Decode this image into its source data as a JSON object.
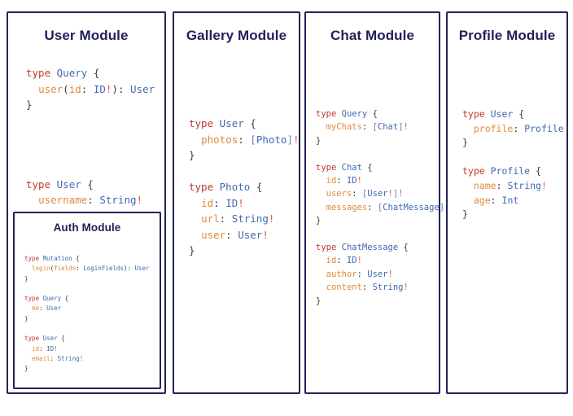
{
  "meta": {
    "colors": {
      "panel_border": "#23235b",
      "title_text": "#21215c",
      "keyword_red": "#c0392b",
      "typename_blue": "#4169b2",
      "field_orange": "#e08a3c",
      "punctuation_gray": "#3b3b44",
      "bracket_blue": "#6a80b5",
      "bang_orange": "#e05a3c",
      "background": "#ffffff"
    }
  },
  "panels": [
    {
      "id": "user",
      "title": "User Module",
      "code_lines": [
        "type Query {",
        "  user(id: ID!): User",
        "}",
        "",
        "",
        "type User {",
        "  username: String!",
        "}"
      ],
      "nested": {
        "id": "auth",
        "title": "Auth Module",
        "code_lines": [
          "type Mutation {",
          "  login(fields: LoginFields): User",
          "}",
          "",
          "type Query {",
          "  me: User",
          "}",
          "",
          "type User {",
          "  id: ID!",
          "  email: String!",
          "}"
        ]
      }
    },
    {
      "id": "gallery",
      "title": "Gallery Module",
      "code_lines": [
        "type User {",
        "  photos: [Photo]!",
        "}",
        "",
        "type Photo {",
        "  id: ID!",
        "  url: String!",
        "  user: User!",
        "}"
      ]
    },
    {
      "id": "chat",
      "title": "Chat Module",
      "code_lines": [
        "type Query {",
        "  myChats: [Chat]!",
        "}",
        "",
        "type Chat {",
        "  id: ID!",
        "  users: [User!]!",
        "  messages: [ChatMessage]!",
        "}",
        "",
        "type ChatMessage {",
        "  id: ID!",
        "  author: User!",
        "  content: String!",
        "}"
      ]
    },
    {
      "id": "profile",
      "title": "Profile Module",
      "code_lines": [
        "type User {",
        "  profile: Profile!",
        "}",
        "",
        "type Profile {",
        "  name: String!",
        "  age: Int",
        "}"
      ]
    }
  ]
}
